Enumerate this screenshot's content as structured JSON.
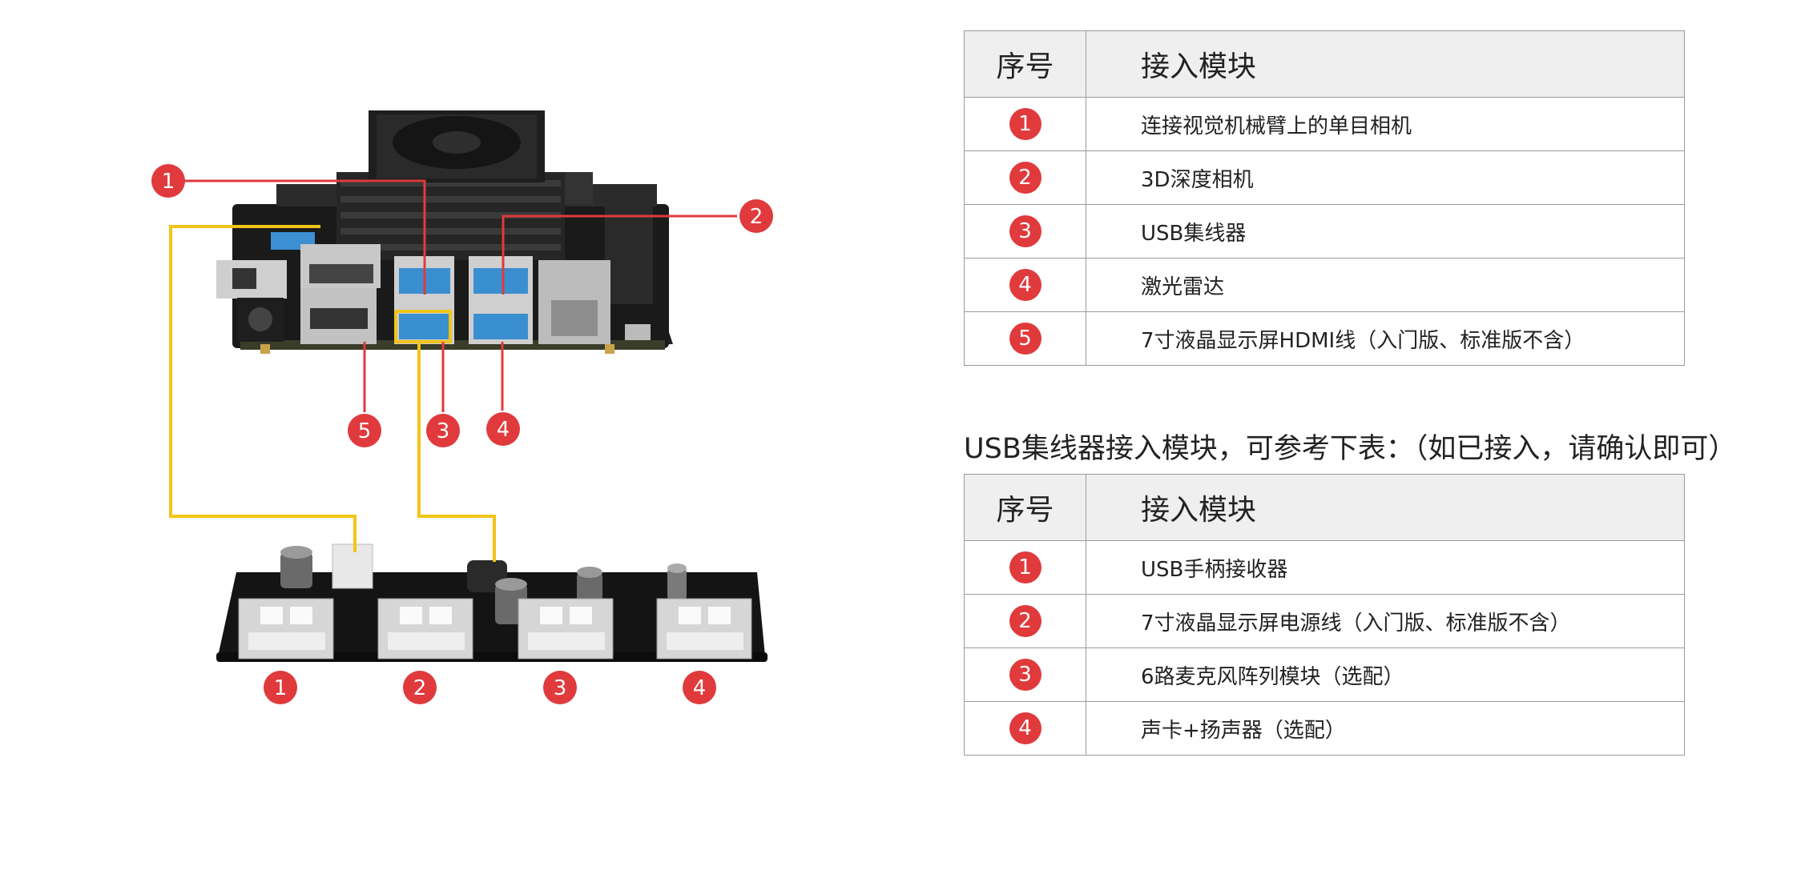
{
  "colors": {
    "accent_red": "#e03a3c",
    "connector_yellow": "#f2c419",
    "board_black": "#141414",
    "header_gray": "#efefef",
    "usb_blue": "#3a8fd0"
  },
  "diagram": {
    "board_callouts": [
      "1",
      "2",
      "5",
      "3",
      "4"
    ],
    "hub_ports": [
      "1",
      "2",
      "3",
      "4"
    ]
  },
  "table1": {
    "header": {
      "col1": "序号",
      "col2": "接入模块"
    },
    "rows": [
      {
        "num": "1",
        "text": "连接视觉机械臂上的单目相机"
      },
      {
        "num": "2",
        "text": "3D深度相机"
      },
      {
        "num": "3",
        "text": "USB集线器"
      },
      {
        "num": "4",
        "text": "激光雷达"
      },
      {
        "num": "5",
        "text": "7寸液晶显示屏HDMI线（入门版、标准版不含）"
      }
    ]
  },
  "usb_heading": "USB集线器接入模块，可参考下表：（如已接入，请确认即可）",
  "table2": {
    "header": {
      "col1": "序号",
      "col2": "接入模块"
    },
    "rows": [
      {
        "num": "1",
        "text": "USB手柄接收器"
      },
      {
        "num": "2",
        "text": "7寸液晶显示屏电源线（入门版、标准版不含）"
      },
      {
        "num": "3",
        "text": "6路麦克风阵列模块（选配）"
      },
      {
        "num": "4",
        "text": "声卡+扬声器（选配）"
      }
    ]
  }
}
